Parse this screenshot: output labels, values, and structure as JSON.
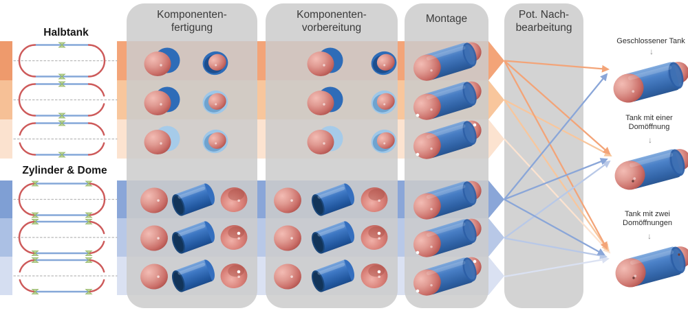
{
  "colors": {
    "orange_row1": "#f3a478",
    "orange_row2": "#f8c69c",
    "orange_row3": "#fce3d0",
    "blue_row1": "#8aa6d8",
    "blue_row2": "#b8c8e7",
    "blue_row3": "#dae1f2",
    "swatch_orange_row1": "#ee9a6c",
    "swatch_orange_row2": "#f6c096",
    "swatch_orange_row3": "#fbe2cf",
    "swatch_blue_row1": "#7f9fd4",
    "swatch_blue_row2": "#abc0e4",
    "swatch_blue_row3": "#d5def1",
    "column_bg": "rgba(203,203,203,0.85)",
    "red_material": "#c4625c",
    "blue_material": "#2f6cb8",
    "pointer_gray": "#8c8c8c"
  },
  "left_panel": {
    "group_halbtank": {
      "label": "Halbtank"
    },
    "group_zylinder": {
      "label": "Zylinder & Dome"
    }
  },
  "process_columns": [
    {
      "line1": "Komponenten-",
      "line2": "fertigung"
    },
    {
      "line1": "Komponenten-",
      "line2": "vorbereitung"
    },
    {
      "line1": "Montage",
      "line2": ""
    },
    {
      "line1": "Pot. Nach-",
      "line2": "bearbeitung"
    }
  ],
  "outputs": [
    {
      "line1": "Geschlossener Tank",
      "line2": "",
      "pointer": "↓"
    },
    {
      "line1": "Tank mit einer",
      "line2": "Domöffnung",
      "pointer": "↓"
    },
    {
      "line1": "Tank mit zwei",
      "line2": "Domöffnungen",
      "pointer": "↓"
    }
  ]
}
